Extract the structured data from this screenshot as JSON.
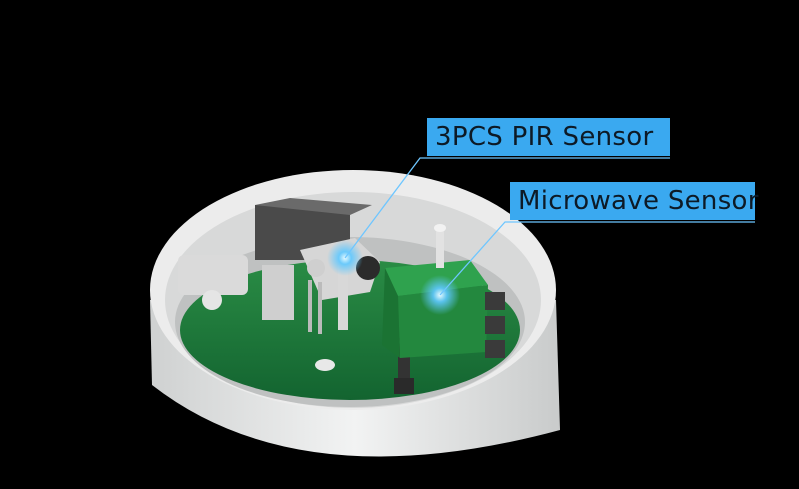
{
  "callouts": {
    "pir": {
      "label": "3PCS PIR Sensor"
    },
    "microwave": {
      "label": "Microwave Sensor"
    }
  },
  "colors": {
    "background": "#000000",
    "callout_fill": "#3aa9f0",
    "callout_line": "#6ec6ff",
    "housing": "#e9eaea",
    "pcb": "#1d7a3a",
    "glow": "#5fc8ff"
  },
  "icons": [
    "pir-sensor-glow",
    "microwave-sensor-glow"
  ]
}
